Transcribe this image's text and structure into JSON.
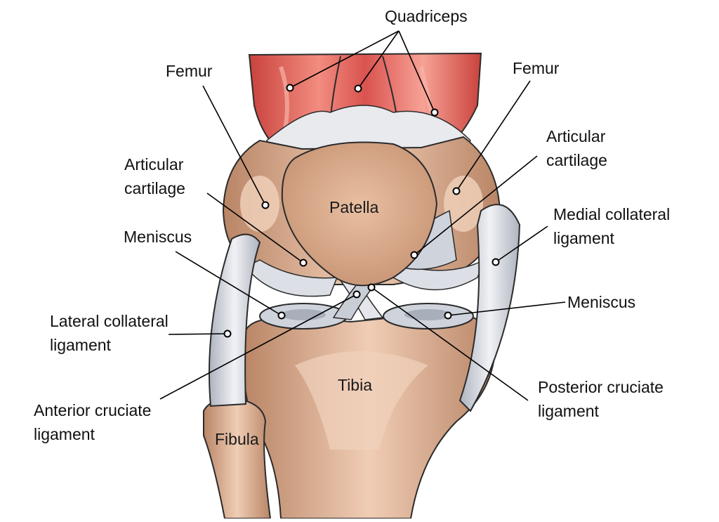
{
  "labels": {
    "quadriceps": "Quadriceps",
    "femur_left": "Femur",
    "femur_right": "Femur",
    "articular_cartilage_left": [
      "Articular",
      "cartilage"
    ],
    "articular_cartilage_right": [
      "Articular",
      "cartilage"
    ],
    "meniscus_left": "Meniscus",
    "meniscus_right": "Meniscus",
    "medial_collateral_ligament": [
      "Medial collateral",
      "ligament"
    ],
    "lateral_collateral_ligament": [
      "Lateral collateral",
      "ligament"
    ],
    "anterior_cruciate_ligament": [
      "Anterior cruciate",
      "ligament"
    ],
    "posterior_cruciate_ligament": [
      "Posterior cruciate",
      "ligament"
    ],
    "patella": "Patella",
    "tibia": "Tibia",
    "fibula": "Fibula"
  },
  "colors": {
    "muscle": "#d9534f",
    "muscle_light": "#f4a49a",
    "bone": "#d9ab8a",
    "bone_dark": "#b07e5f",
    "bone_light": "#f1d2bc",
    "ligament": "#c9cdd6",
    "ligament_light": "#eef0f4",
    "cartilage": "#e7e9ee",
    "outline": "#2b2b2b",
    "leader_line": "#000000"
  }
}
